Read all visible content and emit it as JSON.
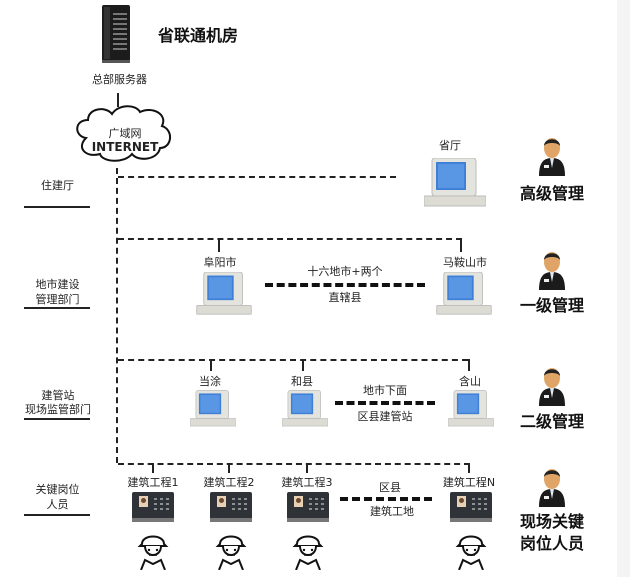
{
  "header": {
    "title": "省联通机房",
    "server_label": "总部服务器",
    "cloud_line1": "广域网",
    "cloud_line2": "INTERNET"
  },
  "left_labels": [
    {
      "lines": [
        "住建厅"
      ]
    },
    {
      "lines": [
        "地市建设",
        "管理部门"
      ]
    },
    {
      "lines": [
        "建管站",
        "现场监管部门"
      ]
    },
    {
      "lines": [
        "关键岗位",
        "人员"
      ]
    }
  ],
  "tiers": {
    "province": {
      "node": "省厅"
    },
    "city": {
      "nodes": [
        "阜阳市",
        "马鞍山市"
      ],
      "link_top": "十六地市+两个",
      "link_bottom": "直辖县"
    },
    "county": {
      "nodes": [
        "当涂",
        "和县",
        "含山"
      ],
      "link_top": "地市下面",
      "link_bottom": "区县建管站"
    },
    "site": {
      "nodes": [
        "建筑工程1",
        "建筑工程2",
        "建筑工程3",
        "建筑工程N"
      ],
      "link_top": "区县",
      "link_bottom": "建筑工地"
    }
  },
  "right_labels": [
    {
      "lines": [
        "高级管理"
      ]
    },
    {
      "lines": [
        "一级管理"
      ]
    },
    {
      "lines": [
        "二级管理"
      ]
    },
    {
      "lines": [
        "现场关键",
        "岗位人员"
      ]
    }
  ],
  "icons": {
    "server": "server-tower-icon",
    "cloud": "cloud-icon",
    "computer": "desktop-computer-icon",
    "manager": "manager-avatar-icon",
    "terminal": "face-recognition-terminal-icon",
    "worker": "construction-worker-icon"
  },
  "colors": {
    "screen": "#3f7fd6",
    "line": "#222222",
    "background": "#ffffff",
    "strip": "#f4f4f4"
  }
}
